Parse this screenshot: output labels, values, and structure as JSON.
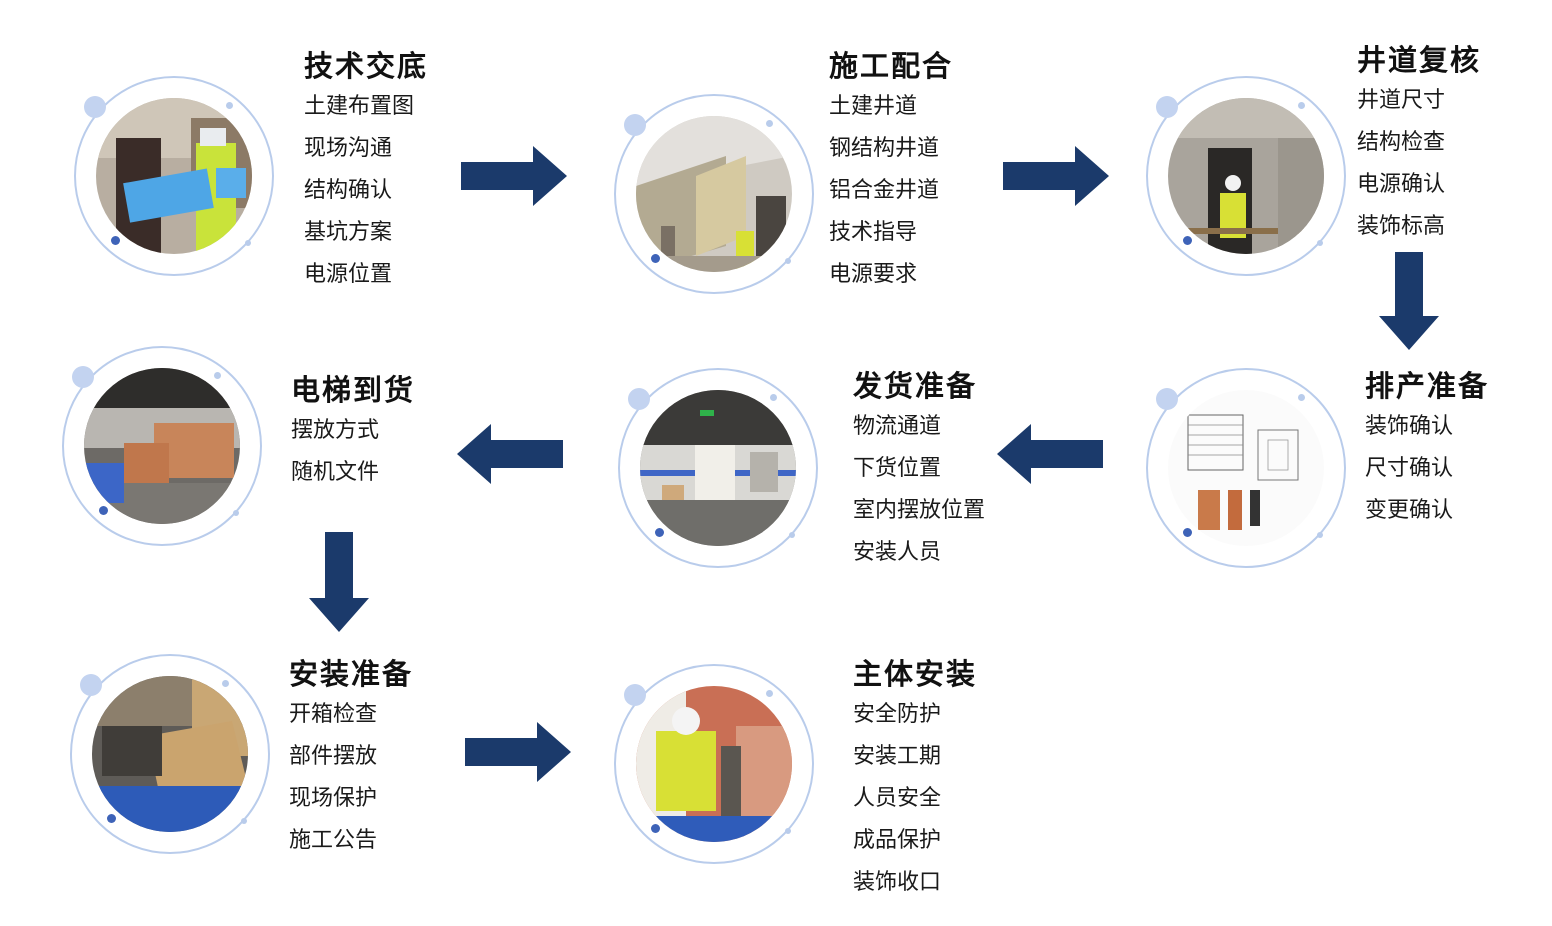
{
  "steps": [
    {
      "title": "技术交底",
      "items": [
        "土建布置图",
        "现场沟通",
        "结构确认",
        "基坑方案",
        "电源位置"
      ]
    },
    {
      "title": "施工配合",
      "items": [
        "土建井道",
        "钢结构井道",
        "铝合金井道",
        "技术指导",
        "电源要求"
      ]
    },
    {
      "title": "井道复核",
      "items": [
        "井道尺寸",
        "结构检查",
        "电源确认",
        "装饰标高"
      ]
    },
    {
      "title": "排产准备",
      "items": [
        "装饰确认",
        "尺寸确认",
        "变更确认"
      ]
    },
    {
      "title": "发货准备",
      "items": [
        "物流通道",
        "下货位置",
        "室内摆放位置",
        "安装人员"
      ]
    },
    {
      "title": "电梯到货",
      "items": [
        "摆放方式",
        "随机文件"
      ]
    },
    {
      "title": "安装准备",
      "items": [
        "开箱检查",
        "部件摆放",
        "现场保护",
        "施工公告"
      ]
    },
    {
      "title": "主体安装",
      "items": [
        "安全防护",
        "安装工期",
        "人员安全",
        "成品保护",
        "装饰收口"
      ]
    }
  ],
  "colors": {
    "arrow": "#1b3a6b",
    "ring": "#b9cceb",
    "dot_dark": "#3e63b8",
    "dot_light": "#c3d3f0"
  }
}
